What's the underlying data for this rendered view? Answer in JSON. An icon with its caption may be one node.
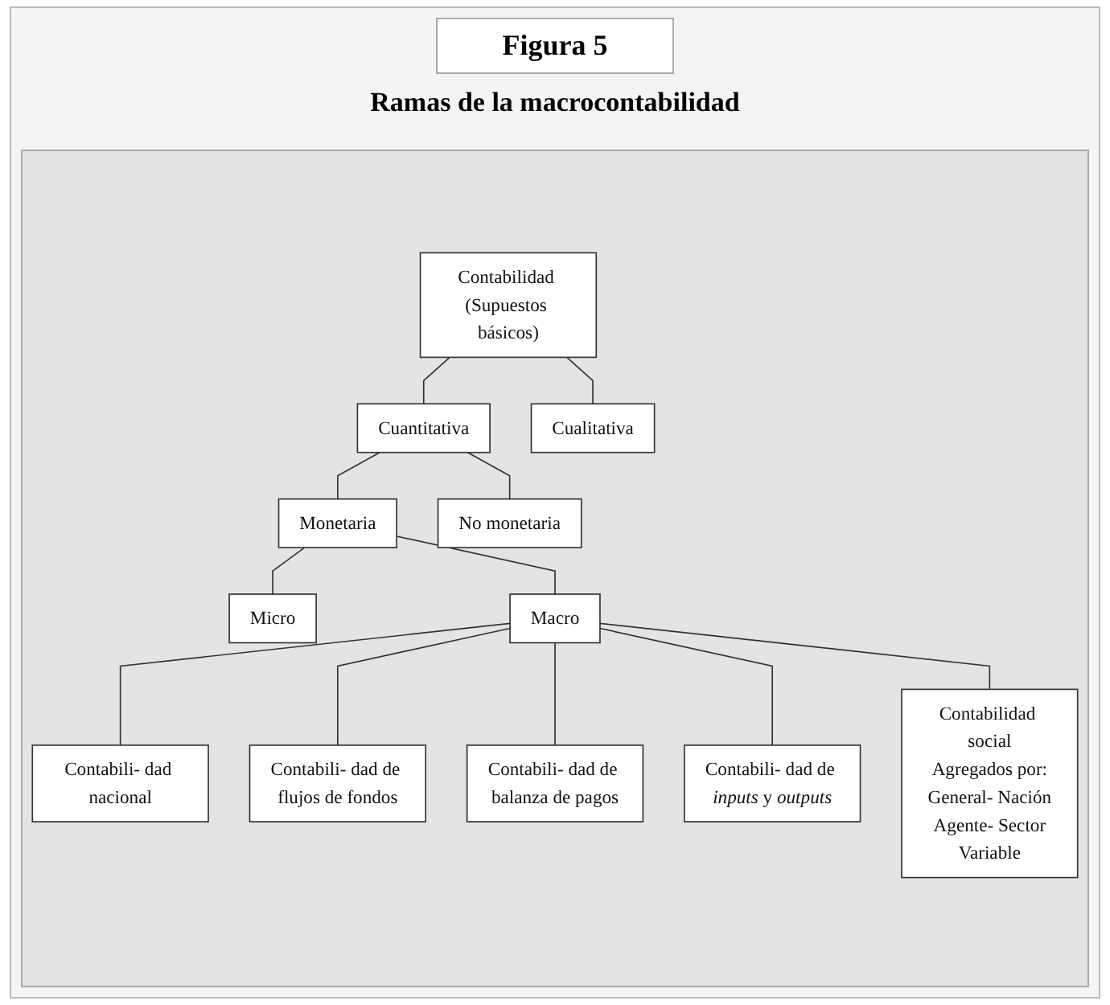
{
  "diagram": {
    "title": "Ramas de la macrocontabilidad",
    "nodes": [
      {
        "text": [
          "Contabilidad (Supuestos básicos)"
        ]
      },
      {
        "text": [
          "Cuantitativa"
        ]
      },
      {
        "text": [
          "Cualitativa"
        ]
      },
      {
        "text": [
          "Monetaria"
        ]
      },
      {
        "text": [
          "No monetaria"
        ]
      },
      {
        "text": [
          "Micro"
        ]
      },
      {
        "text": [
          "Macro"
        ]
      },
      {
        "text": [
          "Contabili- dad nacional"
        ]
      },
      {
        "text": [
          "Contabili- dad de flujos de fondos"
        ]
      },
      {
        "text": [
          "Contabili- dad de balanza de pagos"
        ]
      },
      {
        "text": [
          "Contabili- dad de *inputs* y *outputs*"
        ]
      },
      {
        "text": [
          "Contabilidad social",
          "Agregados por:",
          "General- Nación",
          "Agente- Sector",
          "Variable"
        ]
      }
    ],
    "edges": [
      {
        "from": 0,
        "to": 1,
        "arrow": "none"
      },
      {
        "from": 0,
        "to": 2,
        "arrow": "none"
      },
      {
        "from": 1,
        "to": 3,
        "arrow": "none"
      },
      {
        "from": 1,
        "to": 4,
        "arrow": "none"
      },
      {
        "from": 3,
        "to": 5,
        "arrow": "none"
      },
      {
        "from": 3,
        "to": 6,
        "arrow": "none"
      },
      {
        "from": 6,
        "to": 7,
        "arrow": "none"
      },
      {
        "from": 6,
        "to": 8,
        "arrow": "none"
      },
      {
        "from": 6,
        "to": 9,
        "arrow": "none"
      },
      {
        "from": 6,
        "to": 10,
        "arrow": "none"
      },
      {
        "from": 6,
        "to": 11,
        "arrow": "none"
      }
    ],
    "labels": [
      "Figura 5"
    ]
  }
}
